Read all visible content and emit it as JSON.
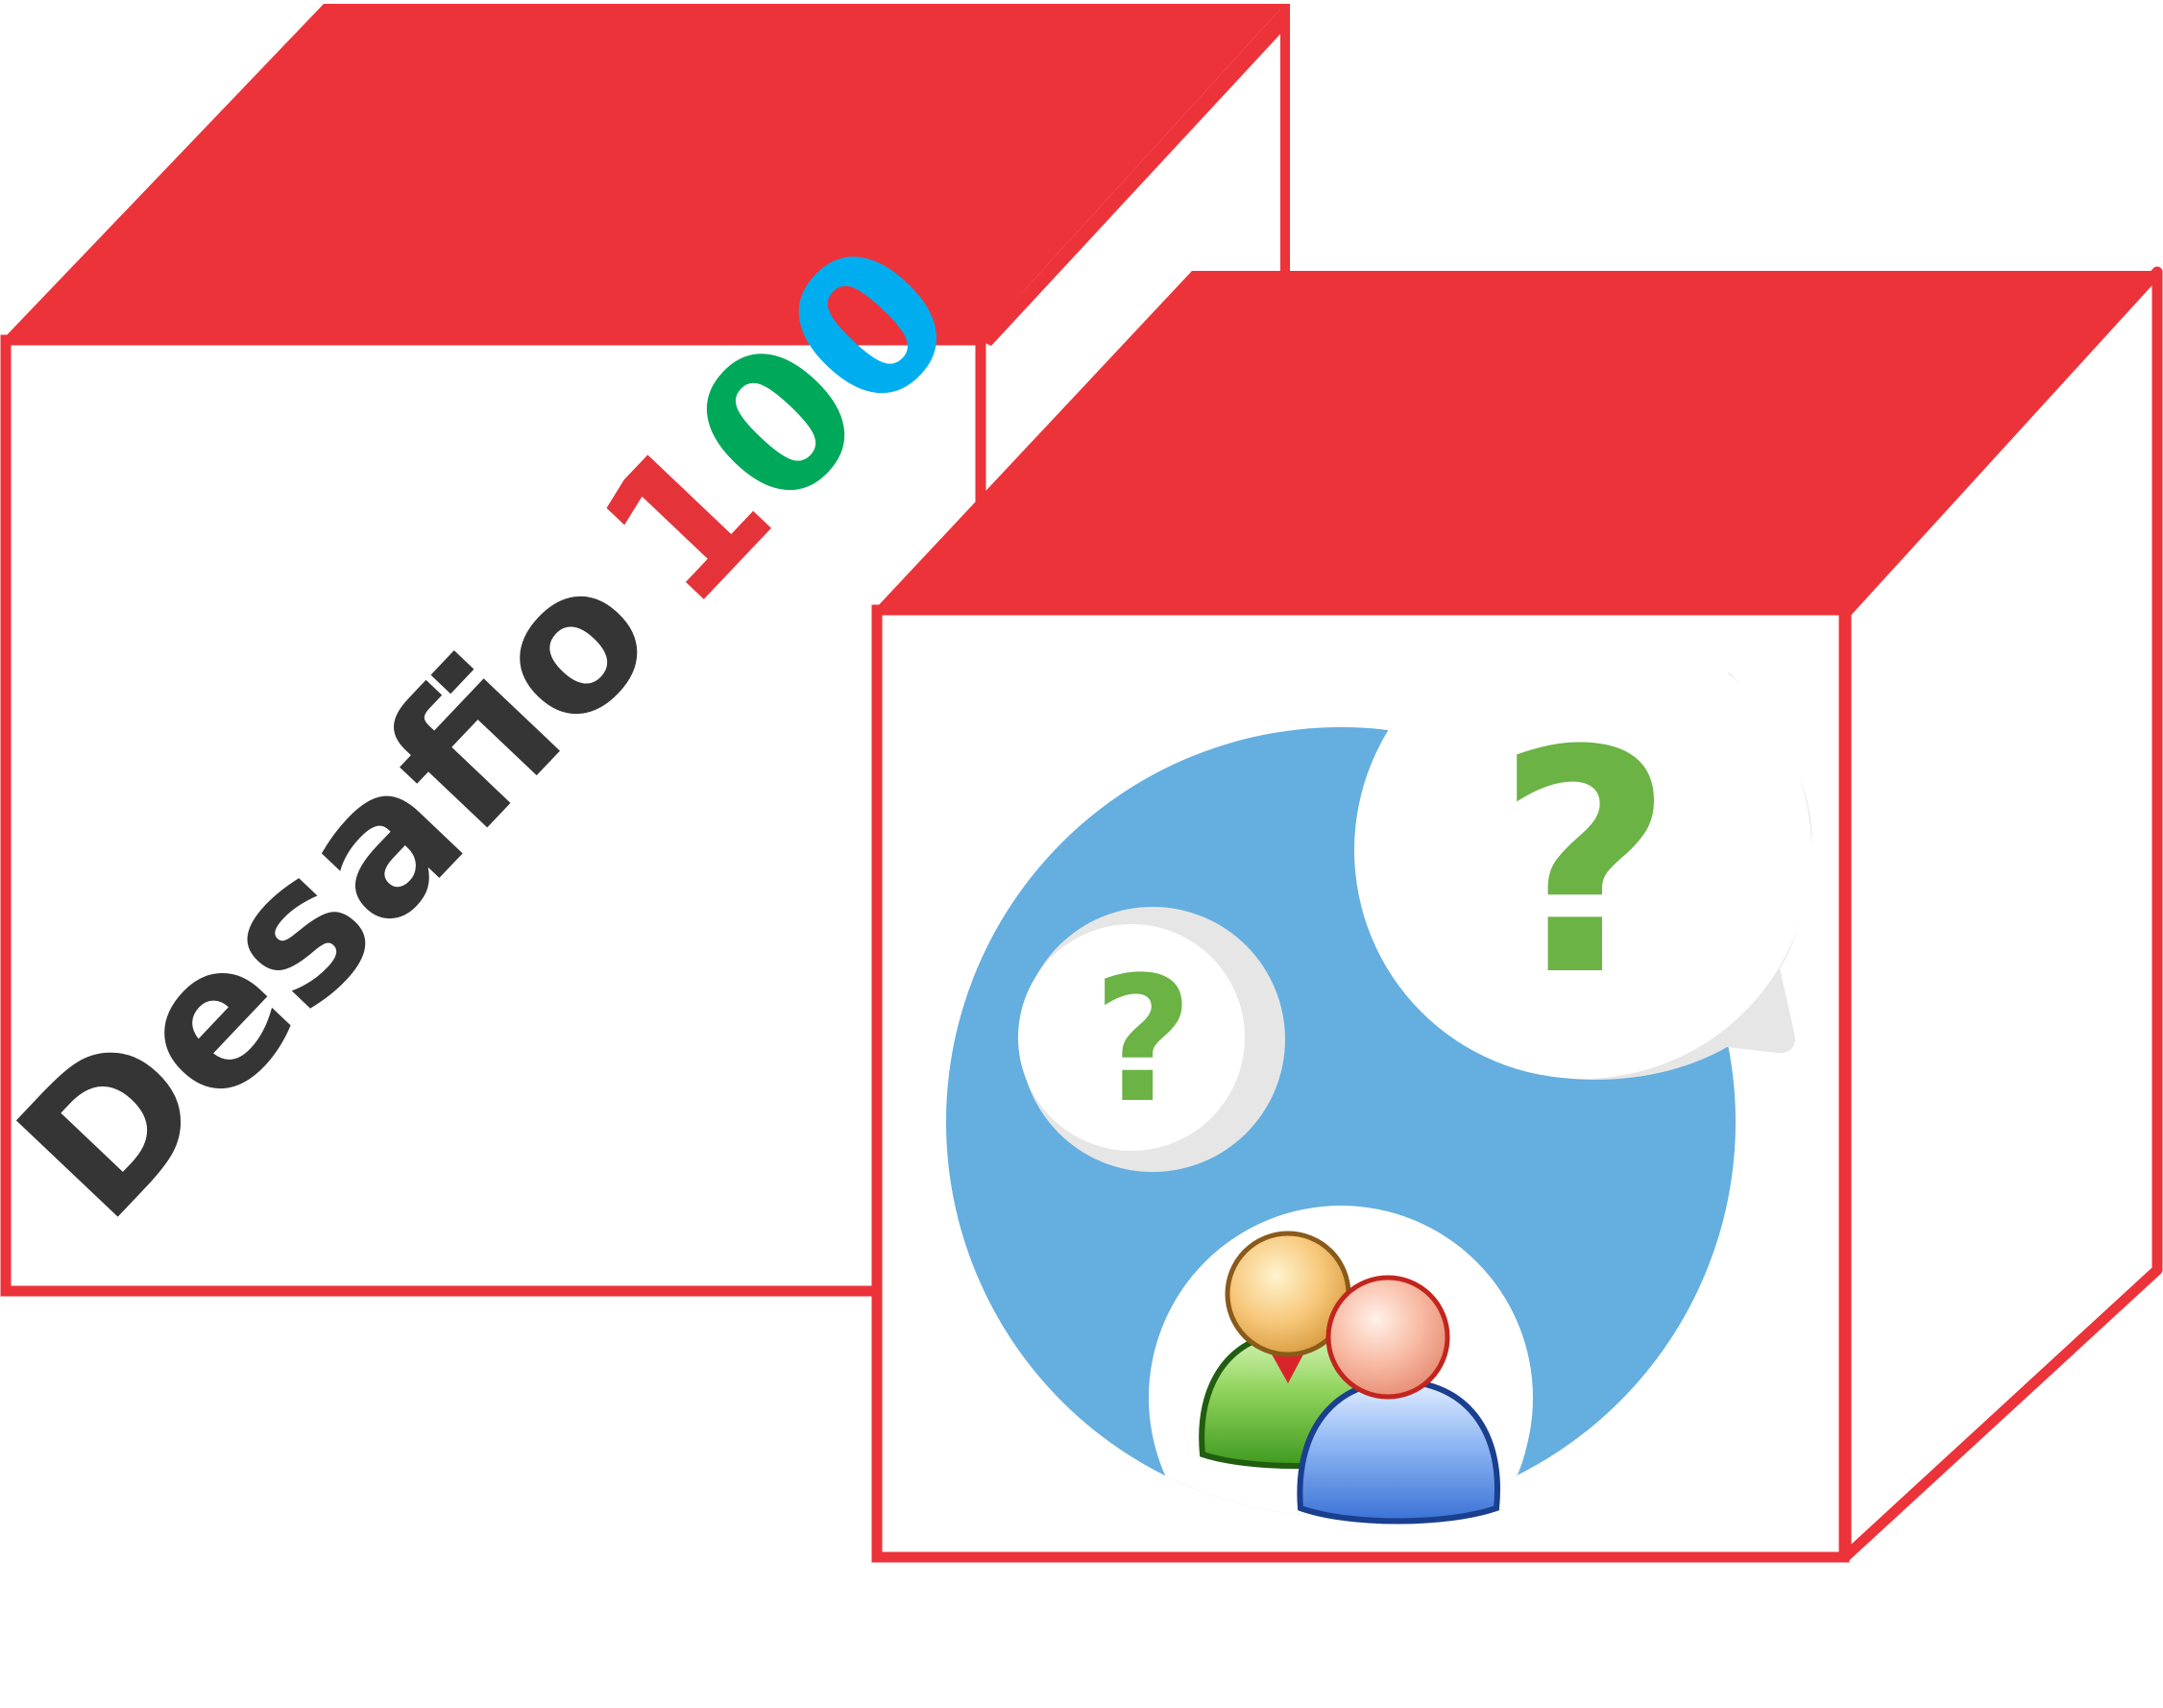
{
  "logo": {
    "word": "Desafio",
    "digit_1": "1",
    "digit_2": "0",
    "digit_3": "0"
  },
  "bubbles": {
    "small_mark": "?",
    "large_mark": "?"
  },
  "colors": {
    "box_red": "#ec3339",
    "word_color": "#353535",
    "digit_1_color": "#e5333a",
    "digit_2_color": "#00a85a",
    "digit_3_color": "#00aeef",
    "globe_blue": "#64aee0",
    "question_green": "#6ab344",
    "bubble_shadow": "#e6e6e6"
  },
  "icons": {
    "boxes": "two-cubes-icon",
    "globe": "chat-globe-icon",
    "users": "users-group-icon"
  }
}
